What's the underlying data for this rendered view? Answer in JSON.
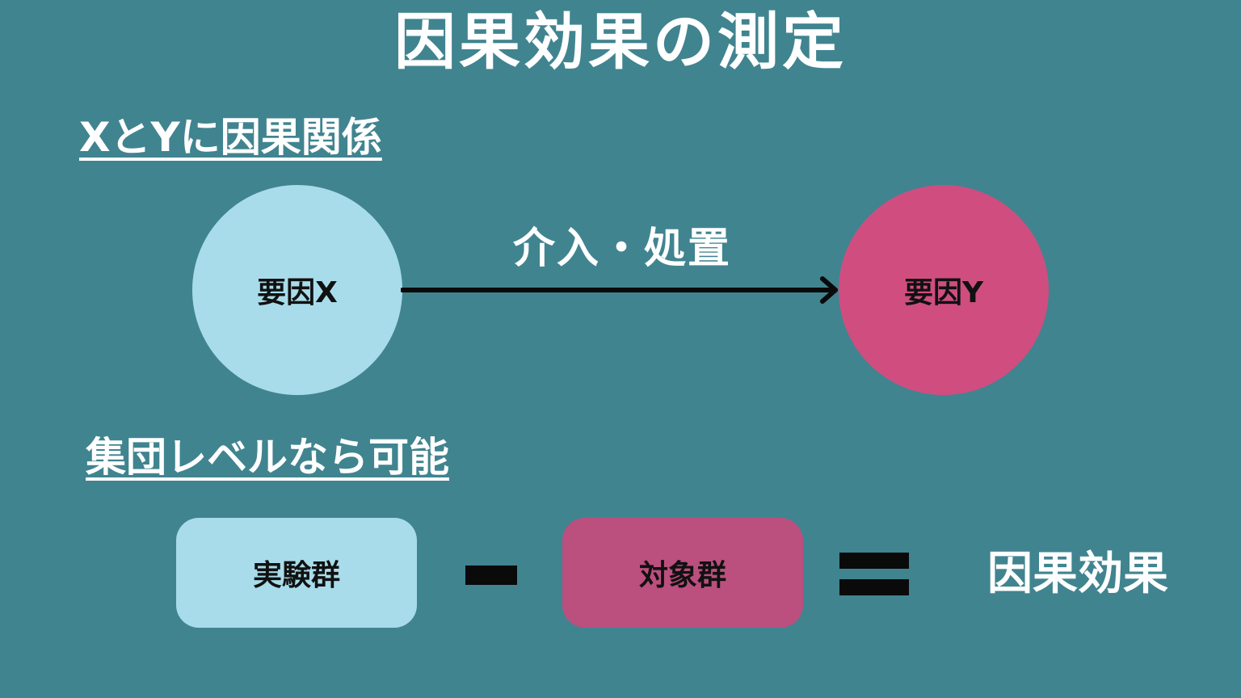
{
  "title": "因果効果の測定",
  "headings": {
    "causal_relation": "XとYに因果関係",
    "group_level": "集団レベルなら可能"
  },
  "diagram": {
    "factor_x": "要因X",
    "factor_y": "要因Y",
    "arrow_label": "介入・処置"
  },
  "equation": {
    "treatment_group": "実験群",
    "control_group": "対象群",
    "result": "因果効果"
  },
  "colors": {
    "background": "#408490",
    "light_blue": "#a8dcea",
    "pink": "#cf4e7f",
    "pink_box": "#bb4f7e"
  }
}
